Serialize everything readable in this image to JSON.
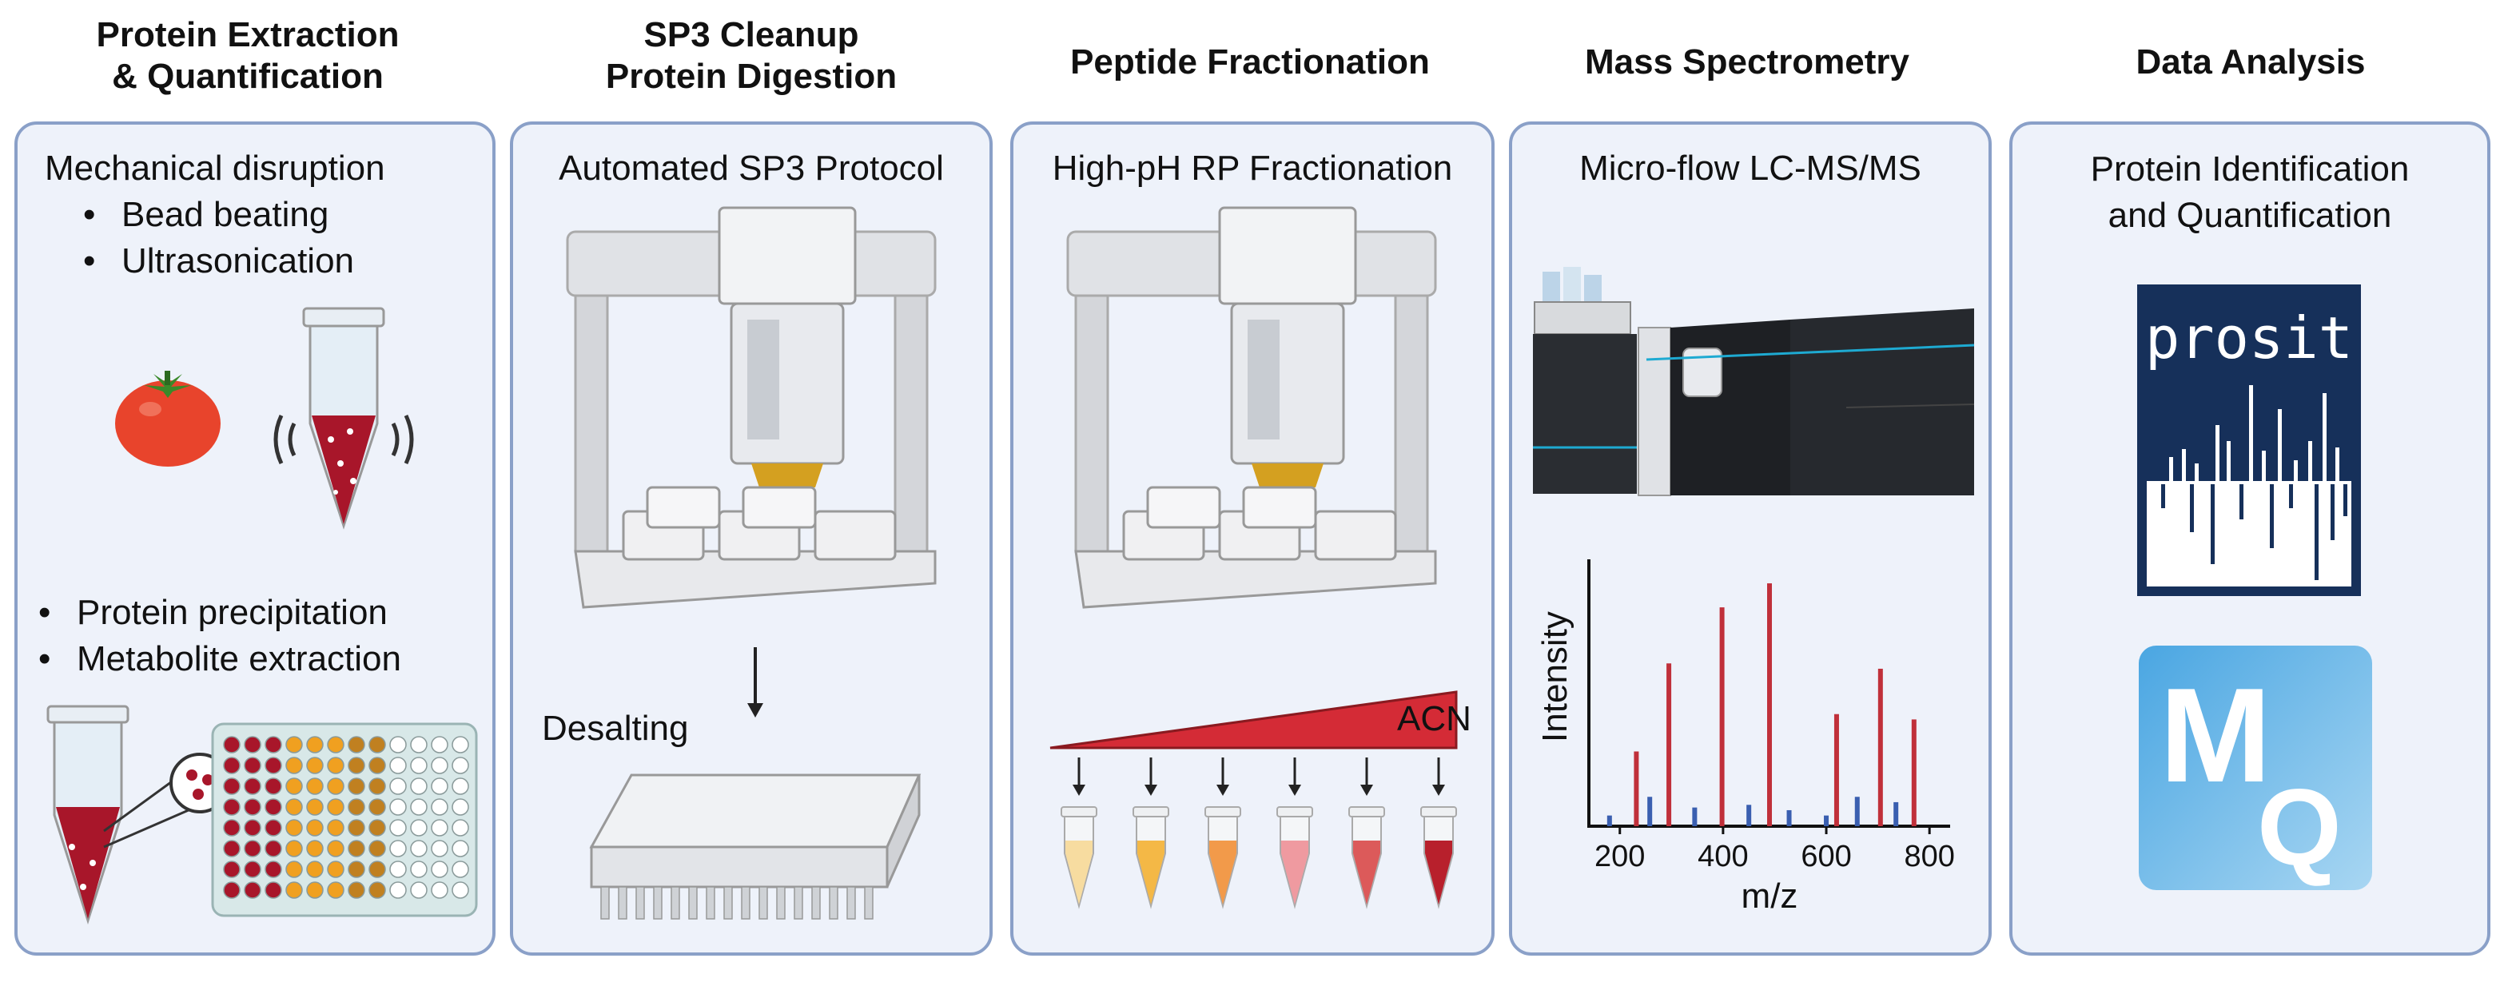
{
  "columns": [
    {
      "title_line1": "Protein Extraction",
      "title_line2": "& Quantification"
    },
    {
      "title_line1": "SP3 Cleanup",
      "title_line2": "Protein Digestion"
    },
    {
      "title_line1": "Peptide Fractionation"
    },
    {
      "title_line1": "Mass Spectrometry"
    },
    {
      "title_line1": "Data Analysis"
    }
  ],
  "panel1": {
    "heading": "Mechanical disruption",
    "bullets_top": [
      "Bead beating",
      "Ultrasonication"
    ],
    "bullets_bottom": [
      "Protein precipitation",
      "Metabolite extraction"
    ]
  },
  "panel2": {
    "heading": "Automated SP3 Protocol",
    "desalting": "Desalting"
  },
  "panel3": {
    "heading": "High-pH RP Fractionation",
    "gradient_label": "ACN",
    "tube_colors": [
      "#f7dca0",
      "#f4b846",
      "#f29a4a",
      "#ef9aa0",
      "#dc5a5a",
      "#b8202c"
    ]
  },
  "panel4": {
    "heading": "Micro-flow LC-MS/MS"
  },
  "panel5": {
    "heading_line1": "Protein Identification",
    "heading_line2": "and Quantification",
    "logo1_text": "prosit",
    "logo2_text_1": "M",
    "logo2_text_2": "Q"
  },
  "chart_data": {
    "type": "bar",
    "xlabel": "m/z",
    "ylabel": "Intensity",
    "xlim": [
      140,
      840
    ],
    "ylim": [
      0,
      100
    ],
    "x_ticks": [
      200,
      400,
      600,
      800
    ],
    "series": [
      {
        "color": "#c0303a",
        "x": [
          232,
          295,
          398,
          490,
          620,
          705,
          770
        ],
        "values": [
          28,
          61,
          82,
          91,
          42,
          59,
          40
        ]
      },
      {
        "color": "#3a5fb0",
        "x": [
          180,
          258,
          345,
          450,
          528,
          600,
          660,
          735
        ],
        "values": [
          4,
          11,
          7,
          8,
          6,
          4,
          11,
          9
        ]
      }
    ]
  }
}
